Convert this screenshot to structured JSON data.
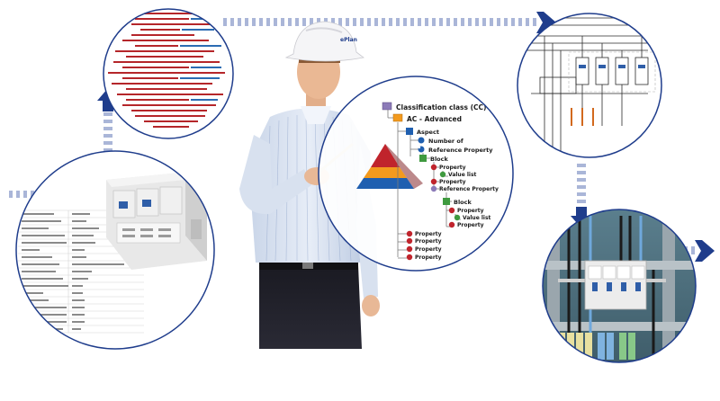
{
  "tree": {
    "root": "Classification class (CC)",
    "advanced": "AC - Advanced",
    "aspect": "Aspect",
    "number_of": "Number of",
    "reference_property_1": "Reference Property",
    "block_1": "Block",
    "property_1": "Property",
    "value_list_1": "Value list",
    "property_2": "Property",
    "reference_property_2": "Reference Property",
    "block_2": "Block",
    "property_3": "Property",
    "value_list_2": "Value list",
    "property_4": "Property",
    "property_5": "Property",
    "property_6": "Property",
    "property_7": "Property",
    "property_8": "Property"
  },
  "helmet_logo": "ePlan",
  "colors": {
    "arrow_blue": "#1f3d8c",
    "dotted_trail": "#aab6d8",
    "circle_border": "#1f3d8c",
    "node_purple": "#8c7bb8",
    "node_orange": "#f39a1e",
    "node_blue": "#1f5fb0",
    "node_green": "#3f9a3f",
    "node_red": "#c0242c"
  }
}
